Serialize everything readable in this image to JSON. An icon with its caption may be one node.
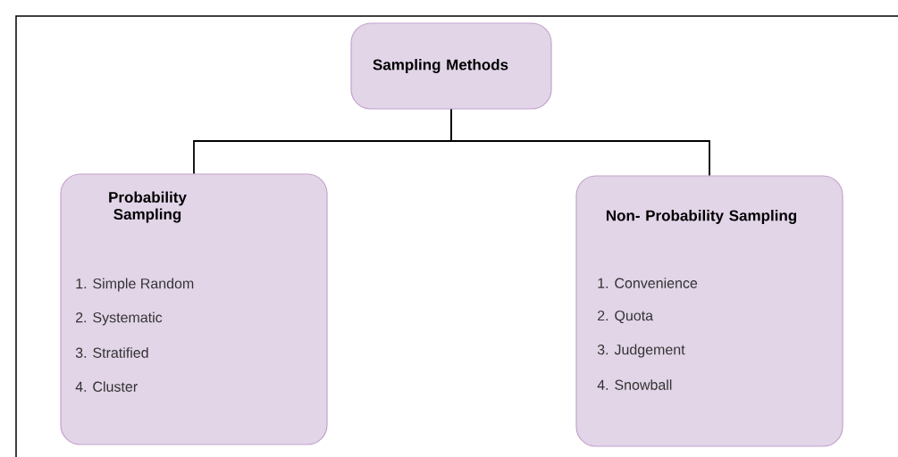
{
  "diagram": {
    "nodes": [
      {
        "text": [
          "Sampling Methods"
        ]
      },
      {
        "text": [
          "Probability Sampling",
          "1. Simple Random",
          "2. Systematic",
          "3. Stratified",
          "4. Cluster"
        ]
      },
      {
        "text": [
          "Non- Probability Sampling",
          "1. Convenience",
          "2. Quota",
          "3. Judgement",
          "4. Snowball"
        ]
      }
    ],
    "edges": [
      {
        "from": 0,
        "to": 1,
        "arrow": "none"
      },
      {
        "from": 0,
        "to": 2,
        "arrow": "none"
      }
    ]
  }
}
